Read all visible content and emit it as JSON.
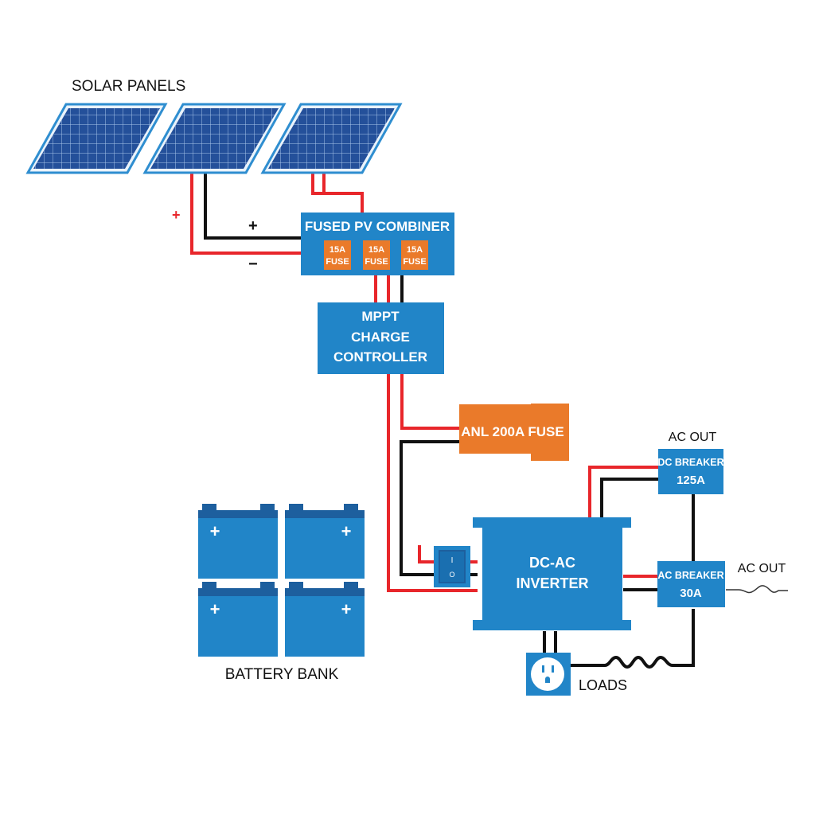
{
  "title": "Off-grid solar power system wiring diagram",
  "colors": {
    "box_blue": "#2185c8",
    "battery_top": "#1d5f9e",
    "panel_cell": "#24509a",
    "panel_frame": "#2f8ed0",
    "fuse_orange": "#ea7a2a",
    "positive_wire": "#e8262b",
    "negative_wire": "#111111"
  },
  "solar_panels": {
    "label": "SOLAR PANELS",
    "count": 3,
    "polarity_plus_red": "+",
    "polarity_plus": "+",
    "polarity_minus": "−"
  },
  "combiner": {
    "title": "FUSED PV COMBINER",
    "fuses": [
      {
        "rating": "15A",
        "label": "FUSE"
      },
      {
        "rating": "15A",
        "label": "FUSE"
      },
      {
        "rating": "15A",
        "label": "FUSE"
      }
    ]
  },
  "charge_controller": {
    "lines": [
      "MPPT",
      "CHARGE",
      "CONTROLLER"
    ]
  },
  "anl_fuse": {
    "label": "ANL 200A FUSE"
  },
  "battery_bank": {
    "label": "BATTERY BANK",
    "batteries": [
      {
        "terminal": "+"
      },
      {
        "terminal": "+"
      },
      {
        "terminal": "+"
      },
      {
        "terminal": "+"
      }
    ]
  },
  "disconnect_switch": {
    "on_symbol": "I",
    "off_symbol": "O"
  },
  "inverter": {
    "lines": [
      "DC-AC",
      "INVERTER"
    ]
  },
  "dc_breaker": {
    "lines": [
      "DC BREAKER",
      "125A"
    ],
    "caption": "AC OUT"
  },
  "ac_breaker": {
    "lines": [
      "AC BREAKER",
      "30A"
    ],
    "caption": "AC OUT"
  },
  "loads": {
    "label": "LOADS"
  }
}
